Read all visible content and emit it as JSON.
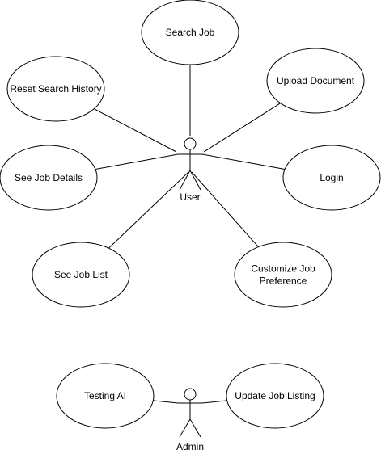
{
  "actors": [
    {
      "id": "user",
      "label": "User"
    },
    {
      "id": "admin",
      "label": "Admin"
    }
  ],
  "use_cases": [
    {
      "id": "search-job",
      "lines": [
        "Search Job"
      ],
      "actor": "user"
    },
    {
      "id": "reset-search-history",
      "lines": [
        "Reset Search History"
      ],
      "actor": "user"
    },
    {
      "id": "upload-document",
      "lines": [
        "Upload Document"
      ],
      "actor": "user"
    },
    {
      "id": "see-job-details",
      "lines": [
        "See Job Details"
      ],
      "actor": "user"
    },
    {
      "id": "login",
      "lines": [
        "Login"
      ],
      "actor": "user"
    },
    {
      "id": "see-job-list",
      "lines": [
        "See Job List"
      ],
      "actor": "user"
    },
    {
      "id": "customize-job-preference",
      "lines": [
        "Customize Job",
        "Preference"
      ],
      "actor": "user"
    },
    {
      "id": "testing-ai",
      "lines": [
        "Testing AI"
      ],
      "actor": "admin"
    },
    {
      "id": "update-job-listing",
      "lines": [
        "Update Job Listing"
      ],
      "actor": "admin"
    }
  ]
}
